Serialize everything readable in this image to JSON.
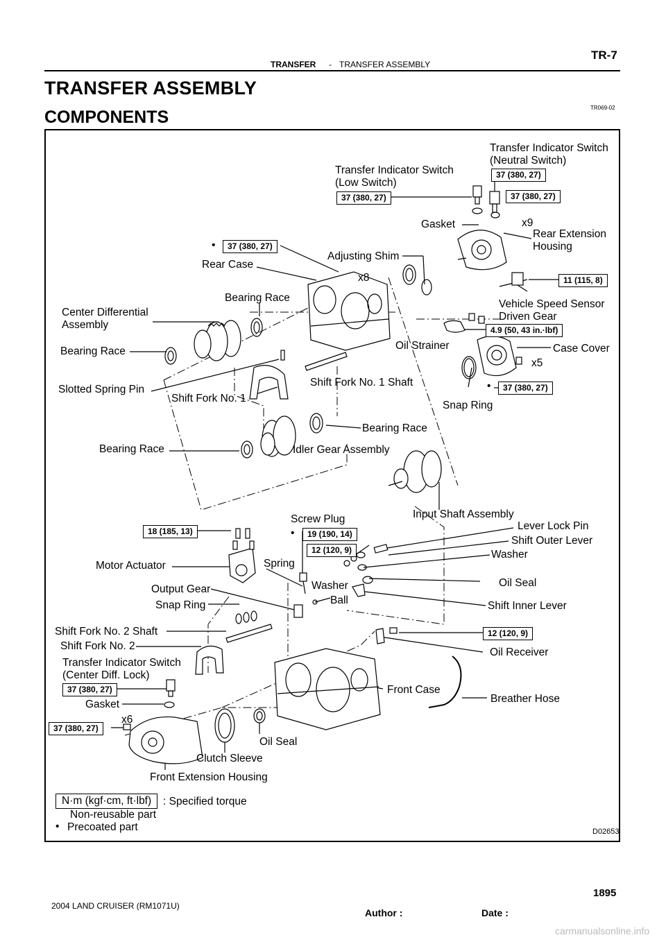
{
  "header": {
    "section": "TRANSFER",
    "separator": "-",
    "subsection": "TRANSFER ASSEMBLY",
    "page_code": "TR-7"
  },
  "title": "TRANSFER ASSEMBLY",
  "subtitle": "COMPONENTS",
  "doc_code": "TR069-02",
  "figure_code": "D02653",
  "labels": {
    "ti_neutral_1": "Transfer Indicator Switch",
    "ti_neutral_2": "(Neutral Switch)",
    "ti_low_1": "Transfer Indicator Switch",
    "ti_low_2": "(Low Switch)",
    "gasket_top": "Gasket",
    "x9": "x9",
    "rear_ext_1": "Rear Extension",
    "rear_ext_2": "Housing",
    "adjusting_shim": "Adjusting Shim",
    "rear_case": "Rear Case",
    "x8": "x8",
    "bearing_race_1": "Bearing Race",
    "cda_1": "Center Differential",
    "cda_2": "Assembly",
    "vss_1": "Vehicle Speed Sensor",
    "vss_2": "Driven Gear",
    "oil_strainer": "Oil Strainer",
    "bearing_race_2": "Bearing Race",
    "case_cover": "Case Cover",
    "x5": "x5",
    "slotted_pin": "Slotted Spring Pin",
    "shift_fork_1_shaft": "Shift Fork No. 1 Shaft",
    "shift_fork_1": "Shift Fork No. 1",
    "snap_ring_1": "Snap Ring",
    "bearing_race_3": "Bearing Race",
    "bearing_race_4": "Bearing Race",
    "idler_gear": "Idler Gear Assembly",
    "input_shaft": "Input Shaft Assembly",
    "screw_plug": "Screw Plug",
    "lever_lock_pin": "Lever Lock Pin",
    "shift_outer_lever": "Shift Outer Lever",
    "washer_1": "Washer",
    "motor_actuator": "Motor Actuator",
    "spring": "Spring",
    "oil_seal_1": "Oil Seal",
    "output_gear": "Output Gear",
    "washer_2": "Washer",
    "snap_ring_2": "Snap Ring",
    "ball": "Ball",
    "shift_inner_lever": "Shift Inner Lever",
    "shift_fork_2_shaft": "Shift Fork No. 2 Shaft",
    "shift_fork_2": "Shift Fork No. 2",
    "oil_receiver": "Oil Receiver",
    "ti_center_1": "Transfer Indicator Switch",
    "ti_center_2": "(Center Diff. Lock)",
    "front_case": "Front Case",
    "gasket_bottom": "Gasket",
    "breather_hose": "Breather Hose",
    "x6": "x6",
    "oil_seal_2": "Oil Seal",
    "clutch_sleeve": "Clutch Sleeve",
    "front_ext": "Front Extension Housing"
  },
  "torques": {
    "t_neutral_upper": "37 (380, 27)",
    "t_neutral_lower": "37 (380, 27)",
    "t_low": "37 (380, 27)",
    "t_rear_case": "37 (380, 27)",
    "t_vss": "11 (115, 8)",
    "t_strainer": "4.9 (50, 43 in.·lbf)",
    "t_case_cover": "37 (380, 27)",
    "t_motor": "18 (185, 13)",
    "t_screw_plug": "19 (190, 14)",
    "t_lever_pin": "12 (120, 9)",
    "t_oil_receiver": "12 (120, 9)",
    "t_center_switch": "37 (380, 27)",
    "t_front_ext": "37 (380, 27)"
  },
  "bullet": "•",
  "legend": {
    "torque_box": "N·m (kgf·cm, ft·lbf)",
    "torque_text": ": Specified torque",
    "non_reusable": "Non-reusable part",
    "precoated": "Precoated part"
  },
  "footer": {
    "model": "2004 LAND CRUISER   (RM1071U)",
    "author": "Author :",
    "date": "Date :",
    "page_number": "1895",
    "watermark": "carmanualsonline.info"
  }
}
